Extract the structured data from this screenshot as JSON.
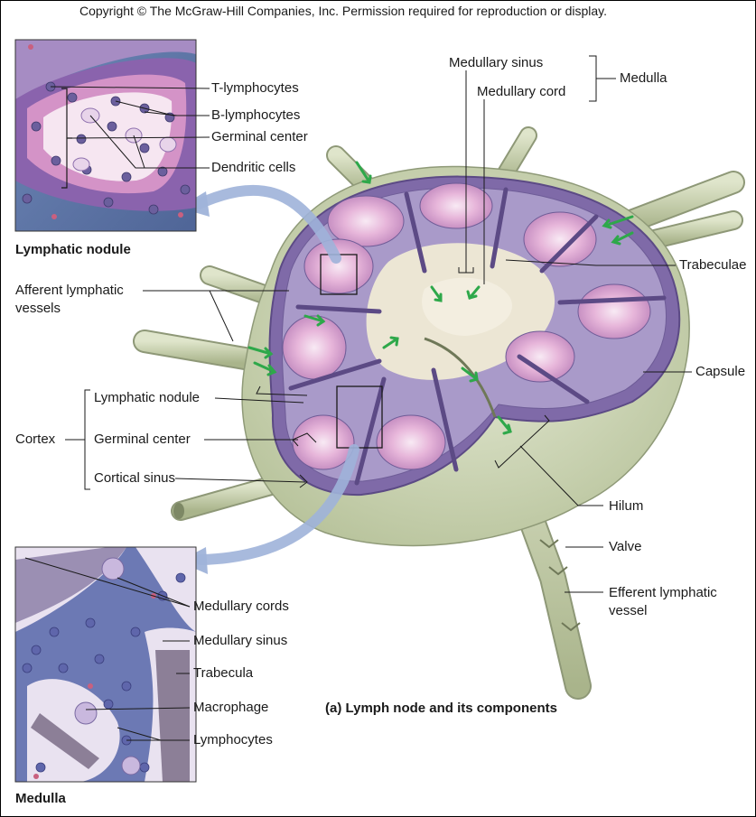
{
  "copyright": "Copyright © The McGraw-Hill Companies, Inc. Permission required for reproduction or display.",
  "caption": "(a) Lymph node and its components",
  "inset_top": {
    "title": "Lymphatic nodule",
    "labels": [
      "T-lymphocytes",
      "B-lymphocytes",
      "Germinal center",
      "Dendritic cells"
    ]
  },
  "inset_bottom": {
    "title": "Medulla",
    "labels": [
      "Medullary cords",
      "Medullary sinus",
      "Trabecula",
      "Macrophage",
      "Lymphocytes"
    ]
  },
  "medulla_group": {
    "title": "Medulla",
    "labels": [
      "Medullary sinus",
      "Medullary cord"
    ]
  },
  "cortex_group": {
    "title": "Cortex",
    "labels": [
      "Lymphatic nodule",
      "Germinal center",
      "Cortical sinus"
    ]
  },
  "afferent": {
    "line1": "Afferent lymphatic",
    "line2": "vessels"
  },
  "right_labels": {
    "trabeculae": "Trabeculae",
    "capsule": "Capsule",
    "hilum": "Hilum",
    "valve": "Valve",
    "efferent_line1": "Efferent lymphatic",
    "efferent_line2": "vessel"
  },
  "colors": {
    "capsule": "#cdd6b5",
    "cortex_purple": "#8a77b3",
    "nodule_pink": "#d8a2cc",
    "germinal_center": "#f4e2ef",
    "medulla_tan": "#ece6d4",
    "flow_arrow": "#2ea84a",
    "inset_arrow": "#9fb3d9"
  }
}
